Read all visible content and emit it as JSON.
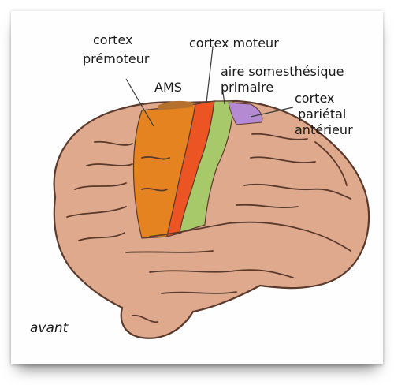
{
  "labels": {
    "premotor_line1": "cortex",
    "premotor_line2": "prémoteur",
    "motor": "cortex moteur",
    "sensory_line1": "aire somesthésique",
    "sensory_line2": "primaire",
    "parietal_line1": "cortex",
    "parietal_line2": "pariétal",
    "parietal_line3": "antérieur",
    "ams": "AMS",
    "front": "avant"
  },
  "colors": {
    "brain": "#dfa98e",
    "sulcus": "#5a3a2c",
    "premotor": "#e4831f",
    "motor": "#ec5424",
    "sensory": "#a8c96a",
    "parietal": "#b48ad3",
    "ams": "#b5702e"
  }
}
